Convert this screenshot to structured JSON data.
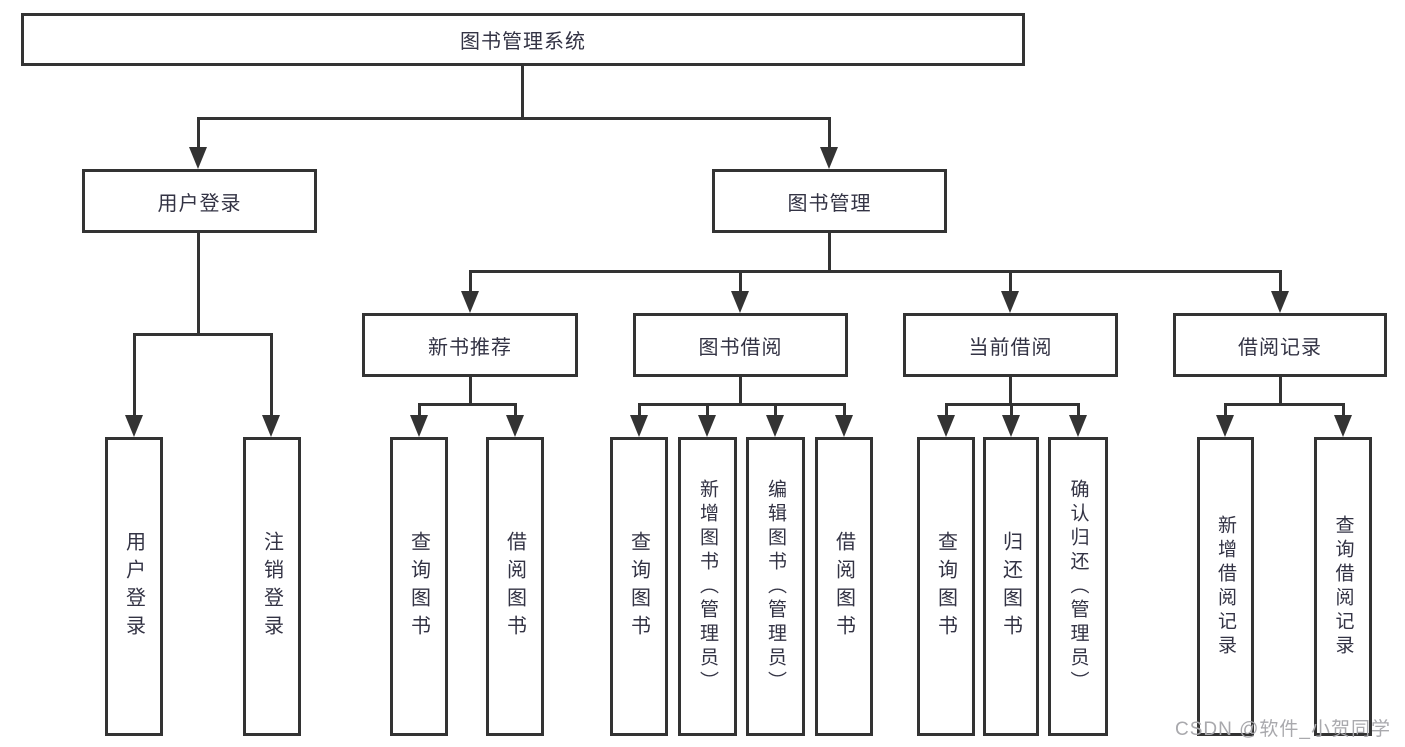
{
  "root": {
    "label": "图书管理系统"
  },
  "branches": {
    "user_login": {
      "label": "用户登录",
      "leaves": [
        {
          "label": "用户登录"
        },
        {
          "label": "注销登录"
        }
      ]
    },
    "book_mgmt": {
      "label": "图书管理",
      "sections": {
        "new_books": {
          "label": "新书推荐",
          "leaves": [
            {
              "label": "查询图书"
            },
            {
              "label": "借阅图书"
            }
          ]
        },
        "borrow": {
          "label": "图书借阅",
          "leaves": [
            {
              "label": "查询图书"
            },
            {
              "label": "新增图书（管理员）"
            },
            {
              "label": "编辑图书（管理员）"
            },
            {
              "label": "借阅图书"
            }
          ]
        },
        "current": {
          "label": "当前借阅",
          "leaves": [
            {
              "label": "查询图书"
            },
            {
              "label": "归还图书"
            },
            {
              "label": "确认归还（管理员）"
            }
          ]
        },
        "records": {
          "label": "借阅记录",
          "leaves": [
            {
              "label": "新增借阅记录"
            },
            {
              "label": "查询借阅记录"
            }
          ]
        }
      }
    }
  },
  "watermark": {
    "text": "CSDN @软件_小贺同学"
  },
  "colors": {
    "line": "#333333",
    "text": "#333344",
    "background": "#ffffff",
    "watermark": "#a9a9ad"
  }
}
